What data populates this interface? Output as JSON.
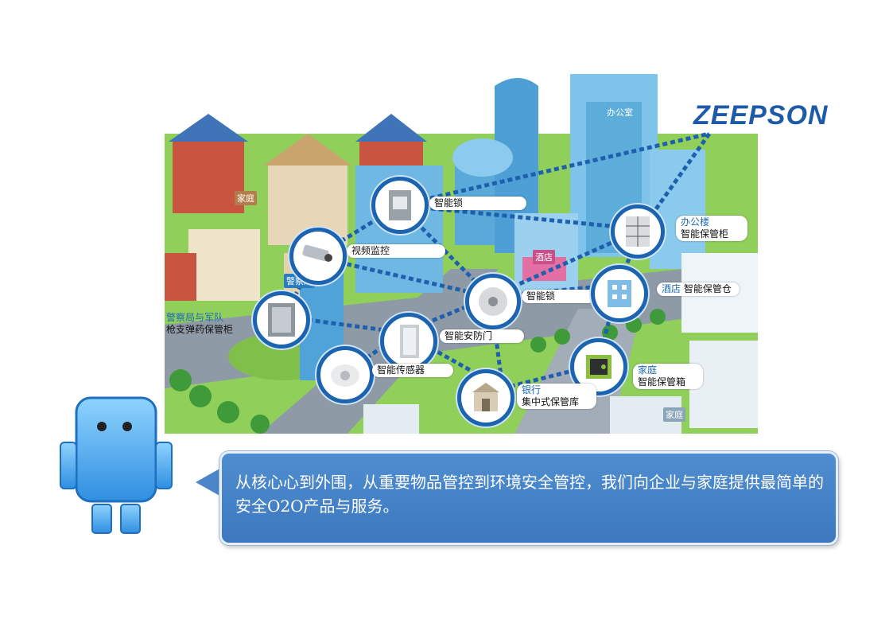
{
  "brand": {
    "logo_text": "ZEEPSON"
  },
  "places": {
    "office": "办公室",
    "home_top": "家庭",
    "police": "警察局",
    "hotel": "酒店",
    "home_bottom": "家庭"
  },
  "nodes": [
    {
      "id": "smart-lock-top",
      "icon": "smart-lock-icon",
      "category": "",
      "label": "智能锁"
    },
    {
      "id": "video-surveillance",
      "icon": "cctv-camera-icon",
      "category": "",
      "label": "视频监控"
    },
    {
      "id": "office-cabinet",
      "icon": "storage-cabinet-icon",
      "category": "办公楼",
      "label": "智能保管柜"
    },
    {
      "id": "police-weapons",
      "icon": "weapons-safe-icon",
      "category": "警察局与军队",
      "label": "枪支弹药保管柜"
    },
    {
      "id": "smart-lock-mid",
      "icon": "round-lock-icon",
      "category": "",
      "label": "智能锁"
    },
    {
      "id": "hotel-storage",
      "icon": "hotel-building-icon",
      "category": "酒店",
      "label": "智能保管仓"
    },
    {
      "id": "security-door",
      "icon": "security-door-icon",
      "category": "",
      "label": "智能安防门"
    },
    {
      "id": "smart-sensor",
      "icon": "sensor-icon",
      "category": "",
      "label": "智能传感器"
    },
    {
      "id": "home-safe",
      "icon": "safe-box-icon",
      "category": "家庭",
      "label": "智能保管箱"
    },
    {
      "id": "bank-vault",
      "icon": "bank-icon",
      "category": "银行",
      "label": "集中式保管库"
    }
  ],
  "message": "从核心心到外围，从重要物品管控到环境安全管控，我们向企业与家庭提供最简单的安全O2O产品与服务。"
}
